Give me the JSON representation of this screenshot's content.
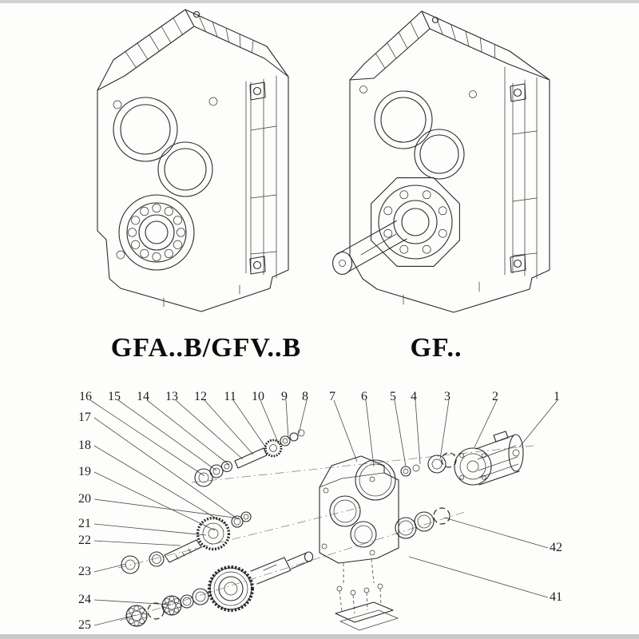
{
  "models": {
    "left_label": "GFA..B/GFV..B",
    "right_label": "GF.."
  },
  "exploded": {
    "callouts": {
      "n16": "16",
      "n15": "15",
      "n14": "14",
      "n13": "13",
      "n12": "12",
      "n11": "11",
      "n10": "10",
      "n9": "9",
      "n8": "8",
      "n7": "7",
      "n6": "6",
      "n5": "5",
      "n4": "4",
      "n3": "3",
      "n2": "2",
      "n1": "1",
      "n17": "17",
      "n18": "18",
      "n19": "19",
      "n20": "20",
      "n21": "21",
      "n22": "22",
      "n23": "23",
      "n24": "24",
      "n25": "25",
      "n42": "42",
      "n41": "41"
    }
  },
  "colors": {
    "line": "#2b2b2b",
    "leader": "#4a4a4a",
    "background": "#fdfdfc"
  }
}
